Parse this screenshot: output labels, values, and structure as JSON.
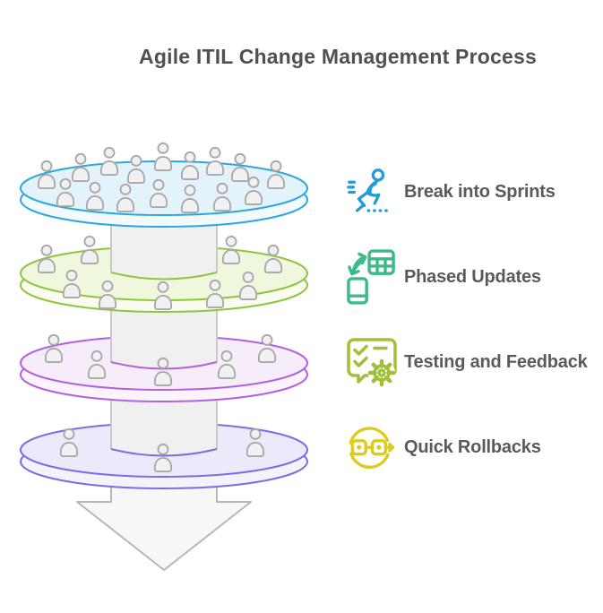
{
  "title": "Agile ITIL Change Management Process",
  "funnel": {
    "layers": [
      {
        "people_count": 16,
        "accent": "#2ba7dc"
      },
      {
        "people_count": 9,
        "accent": "#8cc640"
      },
      {
        "people_count": 5,
        "accent": "#b35fe0"
      },
      {
        "people_count": 3,
        "accent": "#7c6ce4"
      }
    ],
    "flow": "downward-arrow"
  },
  "legend": {
    "items": [
      {
        "label": "Break into Sprints",
        "icon": "sprint-runner-icon",
        "color": "#1f9dd9"
      },
      {
        "label": "Phased Updates",
        "icon": "device-sync-icon",
        "color": "#3cba89"
      },
      {
        "label": "Testing and Feedback",
        "icon": "checklist-gear-icon",
        "color": "#a2c037"
      },
      {
        "label": "Quick Rollbacks",
        "icon": "rollback-loop-icon",
        "color": "#decb1d"
      }
    ]
  },
  "colors": {
    "background": "#ffffff",
    "title_color": "#4f5053",
    "label_color": "#595a5e",
    "disc1_stroke": "#2ba7dc",
    "disc1_top": "#e3f3fb",
    "disc1_rim": "#f2fafd",
    "disc2_stroke": "#8cc640",
    "disc2_top": "#eff7dc",
    "disc2_rim": "#f9fcef",
    "disc3_stroke": "#b35fe0",
    "disc3_top": "#f7ecfa",
    "disc3_rim": "#fbf4fd",
    "disc4_stroke": "#7c6ce4",
    "disc4_top": "#eceafa",
    "disc4_rim": "#f4f3fc",
    "column_fill": "#f0f0f0",
    "column_edge": "#c9c9c9",
    "arrow_fill": "#f7f7f7",
    "arrow_stroke": "#b7b7b7",
    "person_fill": "#f1f1f1",
    "person_stroke": "#a8a8a8",
    "icon1_color": "#1f9dd9",
    "icon2_color": "#3cba89",
    "icon3_color": "#a2c037",
    "icon4_color": "#decb1d"
  }
}
